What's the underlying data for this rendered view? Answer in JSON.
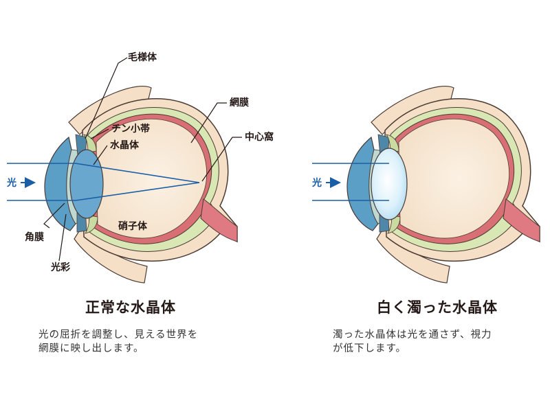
{
  "left_diagram": {
    "light_label": "光",
    "labels": {
      "ciliary_body": "毛様体",
      "zonule": "チン小帯",
      "lens": "水晶体",
      "vitreous": "硝子体",
      "cornea": "角膜",
      "iris": "光彩",
      "retina": "網膜",
      "fovea": "中心窩"
    },
    "title": "正常な水晶体",
    "description_lines": [
      "光の屈折を調整し、見える世界を",
      "網膜に映し出します。"
    ]
  },
  "right_diagram": {
    "light_label": "光",
    "title": "白く濁った水晶体",
    "description_lines": [
      "濁った水晶体は光を通さず、視力",
      "が低下します。"
    ]
  },
  "colors": {
    "sclera": "#f5dfc6",
    "outline": "#4a3a34",
    "choroid": "#d9e7b4",
    "retina": "#d86f74",
    "optic_nerve": "#e07a82",
    "cornea": "#5b9fc7",
    "lens_normal": "#6aa7cf",
    "lens_cloudy": "#d8f0fb",
    "light_ray": "#1a5fa6",
    "vitreous": "#f9ead8"
  }
}
